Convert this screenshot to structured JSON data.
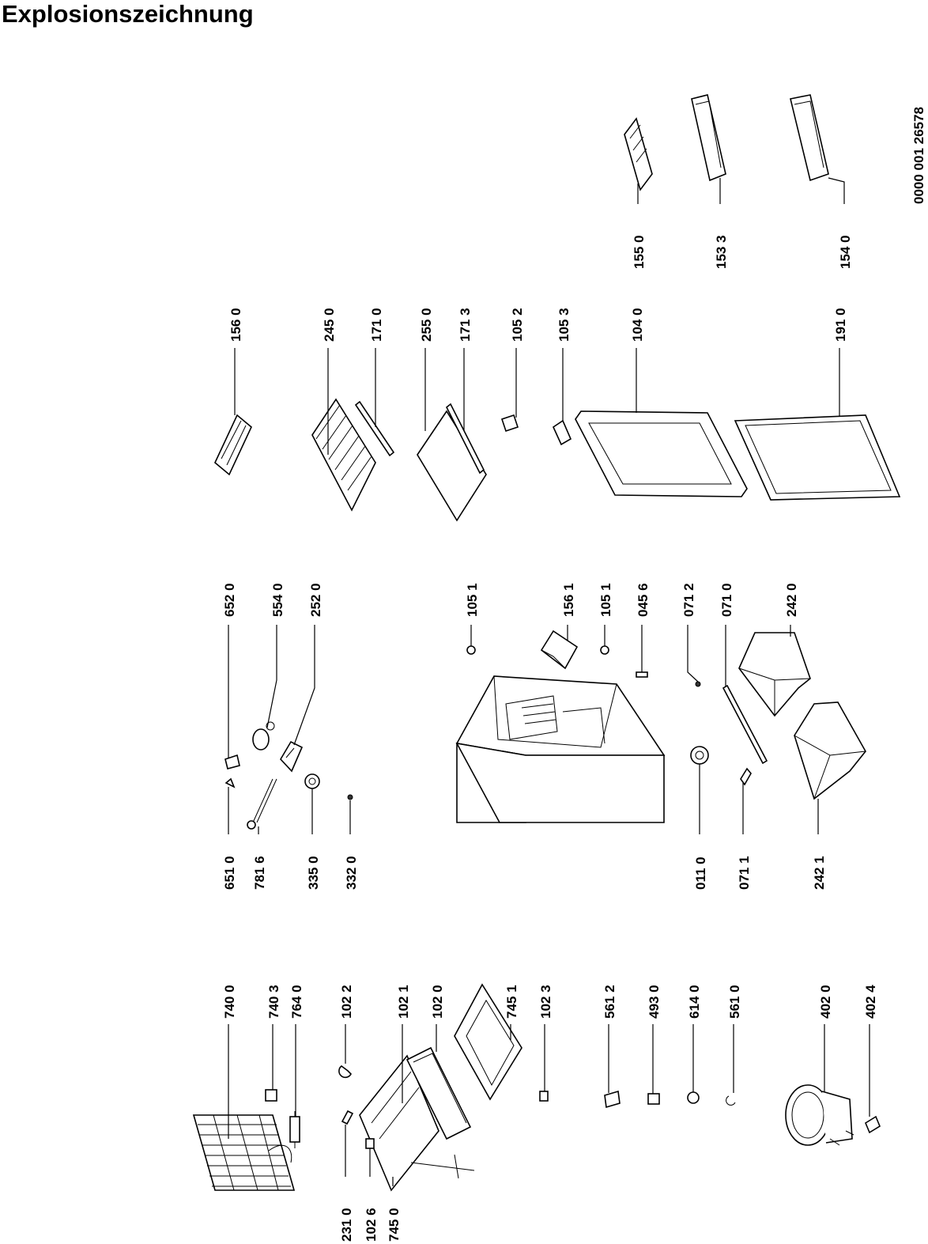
{
  "title": "Explosionszeichnung",
  "doc_number": "0000 001 26578",
  "labels": {
    "p740_0": "740 0",
    "p740_3": "740 3",
    "p764_0": "764 0",
    "p102_2": "102 2",
    "p102_1": "102 1",
    "p102_0": "102 0",
    "p745_1": "745 1",
    "p102_3": "102 3",
    "p561_2": "561 2",
    "p493_0": "493 0",
    "p614_0": "614 0",
    "p561_0": "561 0",
    "p402_0": "402 0",
    "p402_4": "402 4",
    "p231_0": "231 0",
    "p102_6": "102 6",
    "p745_0": "745 0",
    "p651_0": "651 0",
    "p781_6": "781 6",
    "p335_0": "335 0",
    "p332_0": "332 0",
    "p652_0": "652 0",
    "p554_0": "554 0",
    "p252_0": "252 0",
    "p105_1a": "105 1",
    "p156_1": "156 1",
    "p105_1b": "105 1",
    "p045_6": "045 6",
    "p071_2": "071 2",
    "p071_0": "071 0",
    "p242_0": "242 0",
    "p011_0": "011 0",
    "p071_1": "071 1",
    "p242_1": "242 1",
    "p156_0": "156 0",
    "p245_0": "245 0",
    "p171_0": "171 0",
    "p255_0": "255 0",
    "p171_3": "171 3",
    "p105_2": "105 2",
    "p105_3": "105 3",
    "p104_0": "104 0",
    "p191_0": "191 0",
    "p155_0": "155 0",
    "p153_3": "153 3",
    "p154_0": "154 0"
  }
}
